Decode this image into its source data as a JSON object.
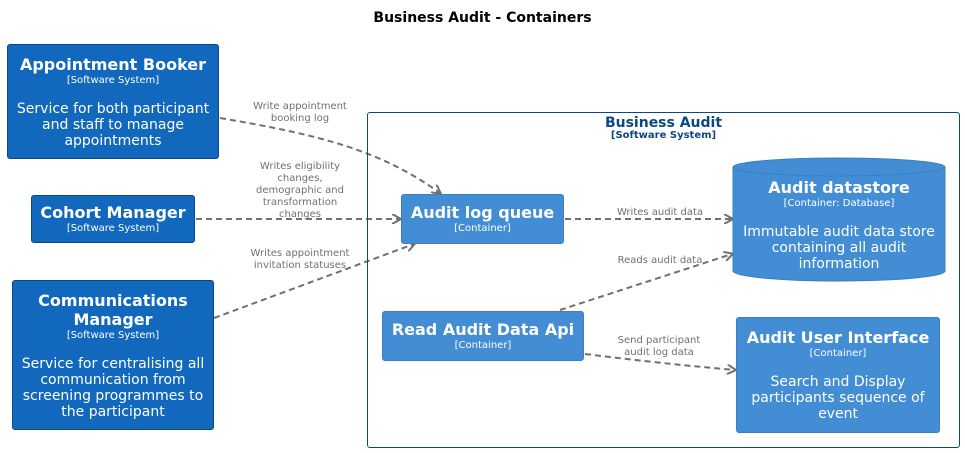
{
  "title": "Business Audit - Containers",
  "colors": {
    "external": "#1168bd",
    "container": "#438dd5",
    "boundary": "#0b4884",
    "edge": "#707070"
  },
  "externals": {
    "appointment_booker": {
      "title": "Appointment Booker",
      "type": "[Software System]",
      "desc": "Service for both participant and staff to manage appointments"
    },
    "cohort_manager": {
      "title": "Cohort Manager",
      "type": "[Software System]"
    },
    "communications_manager": {
      "title": "Communications Manager",
      "type": "[Software System]",
      "desc": "Service for centralising all communication from screening programmes to the participant"
    }
  },
  "boundary": {
    "title": "Business Audit",
    "type": "[Software System]"
  },
  "containers": {
    "audit_log_queue": {
      "title": "Audit log queue",
      "type": "[Container]"
    },
    "read_audit_data_api": {
      "title": "Read Audit Data Api",
      "type": "[Container]"
    },
    "audit_datastore": {
      "title": "Audit datastore",
      "type": "[Container: Database]",
      "desc": "Immutable audit data store containing all audit information"
    },
    "audit_user_interface": {
      "title": "Audit User Interface",
      "type": "[Container]",
      "desc": "Search and Display participants sequence of event"
    }
  },
  "edges": {
    "booker_to_queue": "Write appointment\nbooking log",
    "cohort_to_queue": "Writes eligibility\nchanges,\ndemographic and\ntransformation\nchanges",
    "comms_to_queue": "Writes appointment\ninvitation statuses",
    "queue_to_datastore": "Writes audit data",
    "api_to_datastore": "Reads audit data",
    "api_to_ui": "Send participant\naudit log data"
  }
}
